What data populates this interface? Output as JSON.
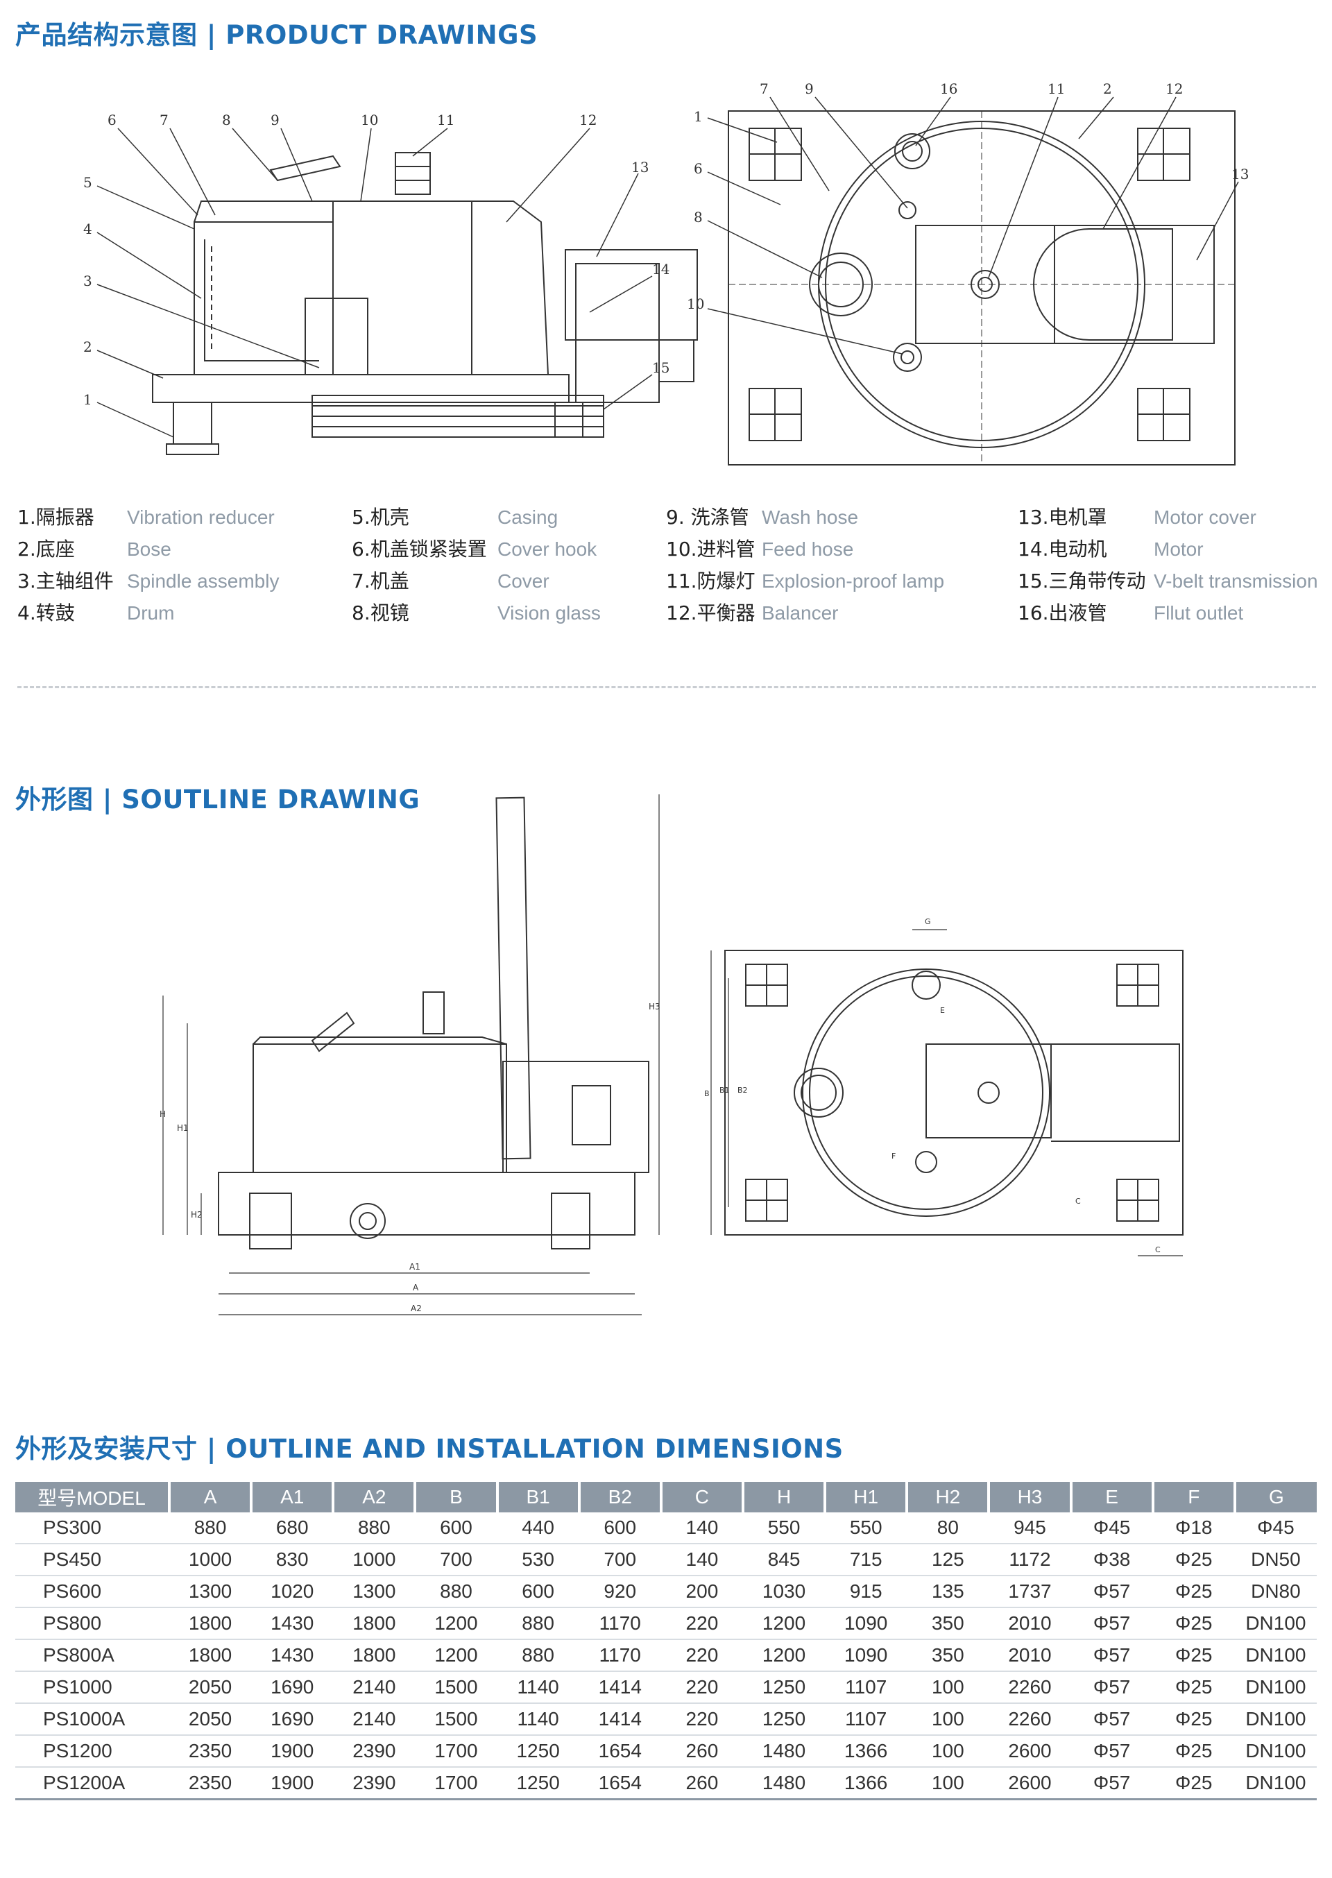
{
  "sections": {
    "product_drawings": "产品结构示意图 | PRODUCT DRAWINGS",
    "outline_drawing": "外形图 | SOUTLINE DRAWING",
    "dimensions": "外形及安装尺寸 | OUTLINE AND INSTALLATION DIMENSIONS"
  },
  "legend": [
    [
      {
        "cn": "1.隔振器",
        "en": "Vibration reducer"
      },
      {
        "cn": "2.底座",
        "en": "Bose"
      },
      {
        "cn": "3.主轴组件",
        "en": "Spindle assembly"
      },
      {
        "cn": "4.转鼓",
        "en": "Drum"
      }
    ],
    [
      {
        "cn": "5.机壳",
        "en": "Casing"
      },
      {
        "cn": "6.机盖锁紧装置",
        "en": "Cover hook"
      },
      {
        "cn": "7.机盖",
        "en": "Cover"
      },
      {
        "cn": "8.视镜",
        "en": "Vision glass"
      }
    ],
    [
      {
        "cn": "9. 洗涤管",
        "en": "Wash hose"
      },
      {
        "cn": "10.进料管",
        "en": "Feed hose"
      },
      {
        "cn": "11.防爆灯",
        "en": "Explosion-proof lamp"
      },
      {
        "cn": "12.平衡器",
        "en": "Balancer"
      }
    ],
    [
      {
        "cn": "13.电机罩",
        "en": "Motor cover"
      },
      {
        "cn": "14.电动机",
        "en": "Motor"
      },
      {
        "cn": "15.三角带传动",
        "en": "V-belt transmission"
      },
      {
        "cn": "16.出液管",
        "en": "Fllut outlet"
      }
    ]
  ],
  "drawing_labels": {
    "side": [
      "1",
      "2",
      "3",
      "4",
      "5",
      "6",
      "7",
      "8",
      "9",
      "10",
      "11",
      "12",
      "13",
      "14",
      "15"
    ],
    "top": [
      "1",
      "2",
      "6",
      "7",
      "8",
      "9",
      "10",
      "11",
      "12",
      "13",
      "16"
    ],
    "outline_side": [
      "H",
      "H1",
      "H2",
      "H3",
      "A1",
      "A",
      "A2"
    ],
    "outline_top": [
      "G",
      "E",
      "F",
      "B",
      "B1",
      "B2",
      "C",
      "C"
    ]
  },
  "table": {
    "headers": [
      "型号MODEL",
      "A",
      "A1",
      "A2",
      "B",
      "B1",
      "B2",
      "C",
      "H",
      "H1",
      "H2",
      "H3",
      "E",
      "F",
      "G"
    ],
    "rows": [
      [
        "PS300",
        "880",
        "680",
        "880",
        "600",
        "440",
        "600",
        "140",
        "550",
        "550",
        "80",
        "945",
        "Φ45",
        "Φ18",
        "Φ45"
      ],
      [
        "PS450",
        "1000",
        "830",
        "1000",
        "700",
        "530",
        "700",
        "140",
        "845",
        "715",
        "125",
        "1172",
        "Φ38",
        "Φ25",
        "DN50"
      ],
      [
        "PS600",
        "1300",
        "1020",
        "1300",
        "880",
        "600",
        "920",
        "200",
        "1030",
        "915",
        "135",
        "1737",
        "Φ57",
        "Φ25",
        "DN80"
      ],
      [
        "PS800",
        "1800",
        "1430",
        "1800",
        "1200",
        "880",
        "1170",
        "220",
        "1200",
        "1090",
        "350",
        "2010",
        "Φ57",
        "Φ25",
        "DN100"
      ],
      [
        "PS800A",
        "1800",
        "1430",
        "1800",
        "1200",
        "880",
        "1170",
        "220",
        "1200",
        "1090",
        "350",
        "2010",
        "Φ57",
        "Φ25",
        "DN100"
      ],
      [
        "PS1000",
        "2050",
        "1690",
        "2140",
        "1500",
        "1140",
        "1414",
        "220",
        "1250",
        "1107",
        "100",
        "2260",
        "Φ57",
        "Φ25",
        "DN100"
      ],
      [
        "PS1000A",
        "2050",
        "1690",
        "2140",
        "1500",
        "1140",
        "1414",
        "220",
        "1250",
        "1107",
        "100",
        "2260",
        "Φ57",
        "Φ25",
        "DN100"
      ],
      [
        "PS1200",
        "2350",
        "1900",
        "2390",
        "1700",
        "1250",
        "1654",
        "260",
        "1480",
        "1366",
        "100",
        "2600",
        "Φ57",
        "Φ25",
        "DN100"
      ],
      [
        "PS1200A",
        "2350",
        "1900",
        "2390",
        "1700",
        "1250",
        "1654",
        "260",
        "1480",
        "1366",
        "100",
        "2600",
        "Φ57",
        "Φ25",
        "DN100"
      ]
    ]
  }
}
